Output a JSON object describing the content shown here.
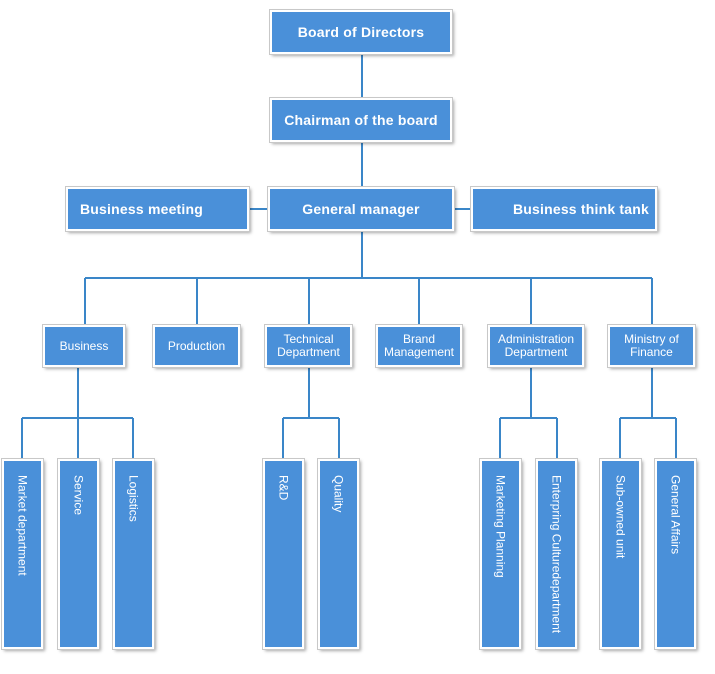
{
  "colors": {
    "box_fill": "#4a90d9",
    "connector": "#3a86c8",
    "text": "#ffffff"
  },
  "top": {
    "board": "Board of Directors",
    "chairman": "Chairman of the board",
    "general_manager": "General manager",
    "business_meeting": "Business meeting",
    "think_tank": "Business think tank"
  },
  "departments": {
    "business": "Business",
    "production": "Production",
    "technical": "Technical Department",
    "brand": "Brand Management",
    "administration": "Administration Department",
    "finance": "Ministry of Finance"
  },
  "units": {
    "market": "Market department",
    "service": "Service",
    "logistics": "Logistics",
    "rd": "R&D",
    "quality": "Quality",
    "marketing": "Marketing Planning",
    "culture": "Enterpring Culturedepartment",
    "subowned": "Sub-owned unit",
    "general_affairs": "General Affairs"
  }
}
